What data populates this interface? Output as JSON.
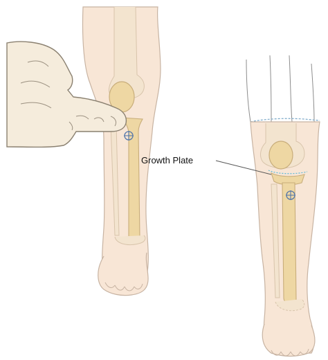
{
  "diagram": {
    "callout_label": "Growth Plate",
    "colors": {
      "skin": "#f8e6d6",
      "skin_outline": "#c7b3a2",
      "bone": "#eed7a3",
      "bone_outline": "#c8ad7a",
      "marker": "#5577aa",
      "leader_line": "#555555"
    },
    "icons": [
      "pointing-hand",
      "crosshair-marker",
      "crosshair-marker"
    ]
  }
}
